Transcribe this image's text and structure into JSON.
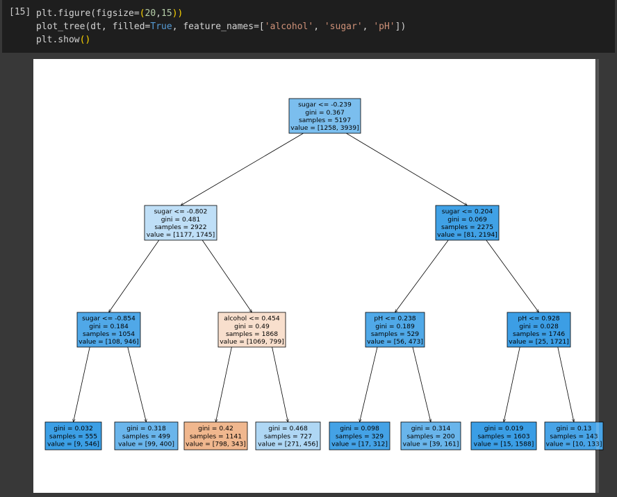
{
  "cell": {
    "prompt": "[15]",
    "lines": [
      [
        {
          "t": "plt.figure(figsize=",
          "c": ""
        },
        {
          "t": "(",
          "c": "br"
        },
        {
          "t": "20",
          "c": "num"
        },
        {
          "t": ",",
          "c": ""
        },
        {
          "t": "15",
          "c": "num"
        },
        {
          "t": ")",
          "c": "br"
        },
        {
          "t": ")",
          "c": "br"
        }
      ],
      [
        {
          "t": "plot_tree(dt, filled=",
          "c": ""
        },
        {
          "t": "True",
          "c": "kw"
        },
        {
          "t": ", feature_names=[",
          "c": ""
        },
        {
          "t": "'alcohol'",
          "c": "str"
        },
        {
          "t": ", ",
          "c": ""
        },
        {
          "t": "'sugar'",
          "c": "str"
        },
        {
          "t": ", ",
          "c": ""
        },
        {
          "t": "'pH'",
          "c": "str"
        },
        {
          "t": "])",
          "c": ""
        }
      ],
      [
        {
          "t": "plt.show",
          "c": ""
        },
        {
          "t": "()",
          "c": "br"
        }
      ]
    ]
  },
  "tree": {
    "nodes": [
      {
        "id": "n0",
        "lines": [
          "sugar <= -0.239",
          "gini = 0.367",
          "samples = 5197",
          "value = [1258, 3939]"
        ],
        "fill": "#7bbeee"
      },
      {
        "id": "n1",
        "lines": [
          "sugar <= -0.802",
          "gini = 0.481",
          "samples = 2922",
          "value = [1177, 1745]"
        ],
        "fill": "#bfdff7"
      },
      {
        "id": "n2",
        "lines": [
          "sugar <= 0.204",
          "gini = 0.069",
          "samples = 2275",
          "value = [81, 2194]"
        ],
        "fill": "#40a1e6"
      },
      {
        "id": "n3",
        "lines": [
          "sugar <= -0.854",
          "gini = 0.184",
          "samples = 1054",
          "value = [108, 946]"
        ],
        "fill": "#50a8e8"
      },
      {
        "id": "n4",
        "lines": [
          "alcohol <= 0.454",
          "gini = 0.49",
          "samples = 1868",
          "value = [1069, 799]"
        ],
        "fill": "#f8dfcd"
      },
      {
        "id": "n5",
        "lines": [
          "pH <= 0.238",
          "gini = 0.189",
          "samples = 529",
          "value = [56, 473]"
        ],
        "fill": "#50a9e8"
      },
      {
        "id": "n6",
        "lines": [
          "pH <= 0.928",
          "gini = 0.028",
          "samples = 1746",
          "value = [25, 1721]"
        ],
        "fill": "#3c9ee5"
      },
      {
        "id": "n7",
        "lines": [
          "gini = 0.032",
          "samples = 555",
          "value = [9, 546]"
        ],
        "fill": "#3c9fe5"
      },
      {
        "id": "n8",
        "lines": [
          "gini = 0.318",
          "samples = 499",
          "value = [99, 400]"
        ],
        "fill": "#6ab5eb"
      },
      {
        "id": "n9",
        "lines": [
          "gini = 0.42",
          "samples = 1141",
          "value = [798, 343]"
        ],
        "fill": "#f0b78e"
      },
      {
        "id": "n10",
        "lines": [
          "gini = 0.468",
          "samples = 727",
          "value = [271, 456]"
        ],
        "fill": "#afd7f4"
      },
      {
        "id": "n11",
        "lines": [
          "gini = 0.098",
          "samples = 329",
          "value = [17, 312]"
        ],
        "fill": "#44a2e6"
      },
      {
        "id": "n12",
        "lines": [
          "gini = 0.314",
          "samples = 200",
          "value = [39, 161]"
        ],
        "fill": "#69b5eb"
      },
      {
        "id": "n13",
        "lines": [
          "gini = 0.019",
          "samples = 1603",
          "value = [15, 1588]"
        ],
        "fill": "#3b9ee5"
      },
      {
        "id": "n14",
        "lines": [
          "gini = 0.13",
          "samples = 143",
          "value = [10, 133]"
        ],
        "fill": "#48a4e7"
      }
    ],
    "edges": [
      [
        "n0",
        "n1"
      ],
      [
        "n0",
        "n2"
      ],
      [
        "n1",
        "n3"
      ],
      [
        "n1",
        "n4"
      ],
      [
        "n2",
        "n5"
      ],
      [
        "n2",
        "n6"
      ],
      [
        "n3",
        "n7"
      ],
      [
        "n3",
        "n8"
      ],
      [
        "n4",
        "n9"
      ],
      [
        "n4",
        "n10"
      ],
      [
        "n5",
        "n11"
      ],
      [
        "n5",
        "n12"
      ],
      [
        "n6",
        "n13"
      ],
      [
        "n6",
        "n14"
      ]
    ]
  }
}
